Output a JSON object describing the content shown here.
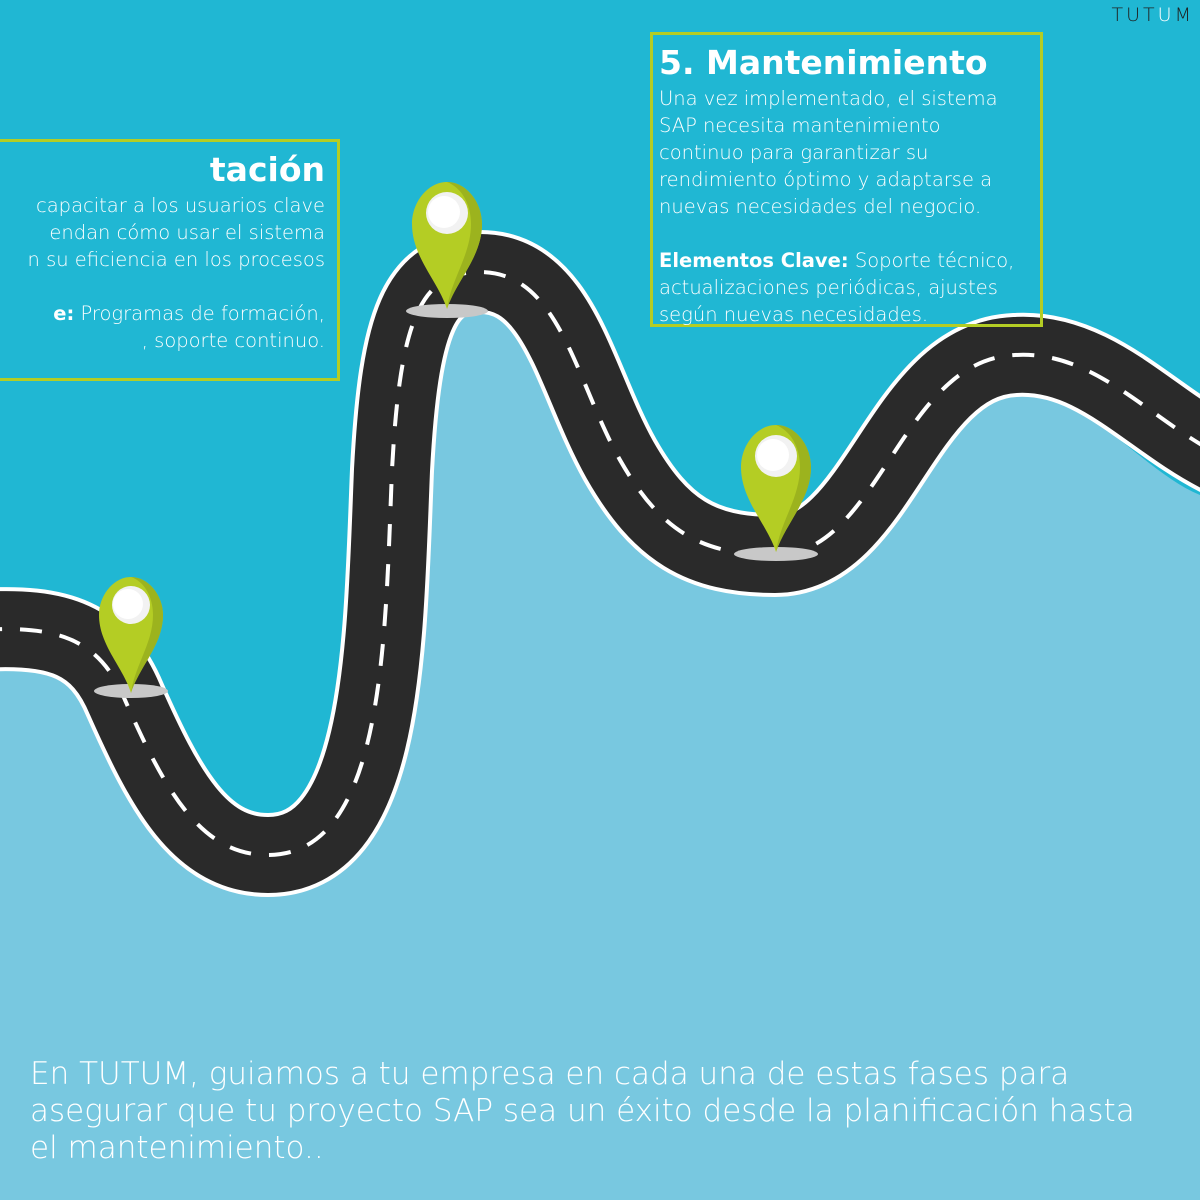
{
  "logo": {
    "prefix": "TUT",
    "accent": "U",
    "suffix": "M"
  },
  "colors": {
    "sky": "#20b7d3",
    "ground": "#78c8e0",
    "road": "#2a2a2a",
    "road_edge": "#ffffff",
    "pin": "#b4cd24",
    "card_border": "#b4cd24"
  },
  "card_left": {
    "title": "tación",
    "body": "capacitar a los usuarios clave\nendan cómo usar el sistema\nn su eficiencia en los procesos",
    "keys_label": "e:",
    "keys_text": " Programas de formación,\n, soporte continuo."
  },
  "card_right": {
    "title": "5. Mantenimiento",
    "body": "Una vez implementado, el sistema\n SAP necesita mantenimiento\ncontinuo para garantizar su\nrendimiento óptimo y adaptarse a\n nuevas necesidades del negocio.",
    "keys_label": "Elementos Clave:",
    "keys_text": " Soporte técnico,\nactualizaciones periódicas, ajustes\nsegún nuevas necesidades."
  },
  "closing": "En TUTUM, guiamos a tu empresa en cada una de estas fases para asegurar que tu proyecto SAP sea un éxito desde la planificación hasta el mantenimiento..",
  "pins": [
    {
      "name": "pin-left-icon"
    },
    {
      "name": "pin-peak-icon"
    },
    {
      "name": "pin-valley-icon"
    }
  ]
}
